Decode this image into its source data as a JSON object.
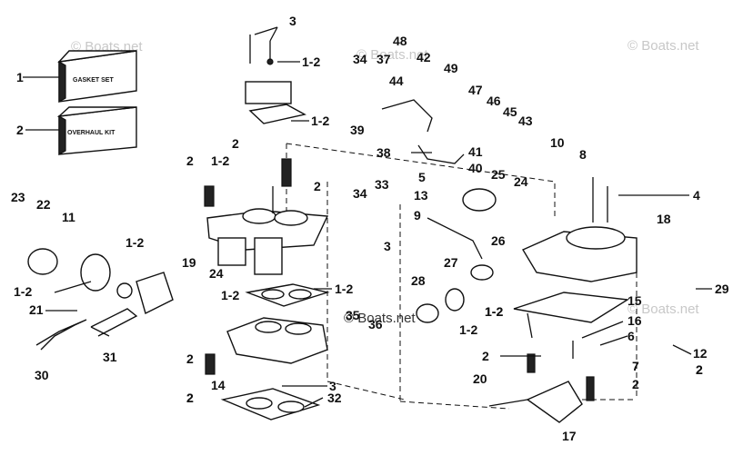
{
  "watermark": "© Boats.net",
  "kit_boxes": [
    {
      "label": "GASKET SET"
    },
    {
      "label": "OVERHAUL KIT"
    }
  ],
  "callouts": [
    "1",
    "2",
    "3",
    "1-2",
    "1-2",
    "2",
    "1-2",
    "2",
    "2",
    "2",
    "2",
    "23",
    "22",
    "11",
    "1-2",
    "1-2",
    "21",
    "30",
    "31",
    "19",
    "24",
    "1-2",
    "1-2",
    "2",
    "14",
    "3",
    "32",
    "34",
    "33",
    "3",
    "34",
    "37",
    "48",
    "42",
    "49",
    "44",
    "47",
    "46",
    "45",
    "43",
    "39",
    "38",
    "41",
    "40",
    "5",
    "13",
    "9",
    "25",
    "24",
    "10",
    "8",
    "4",
    "18",
    "26",
    "27",
    "28",
    "1-2",
    "1-2",
    "35",
    "36",
    "1-2",
    "15",
    "29",
    "16",
    "6",
    "7",
    "2",
    "2",
    "20",
    "17",
    "2",
    "12",
    "2"
  ]
}
